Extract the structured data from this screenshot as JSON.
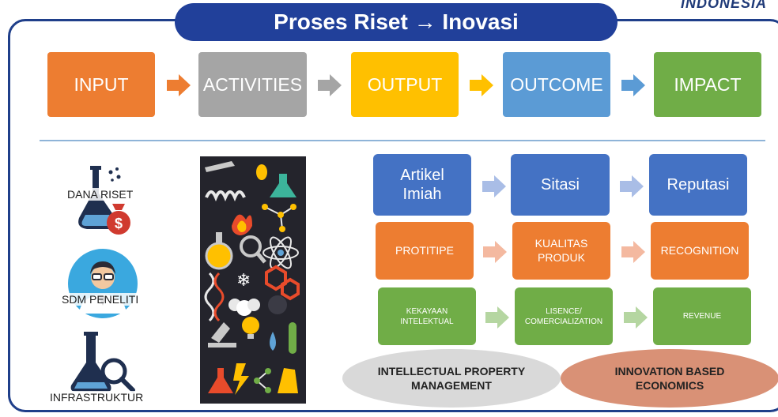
{
  "brand": {
    "right": "INDONESIA",
    "left": ""
  },
  "title": "Proses Riset → Inovasi",
  "flow": [
    {
      "label": "INPUT",
      "color": "#ed7d31"
    },
    {
      "label": "ACTIVITIES",
      "color": "#a5a5a5"
    },
    {
      "label": "OUTPUT",
      "color": "#ffc000"
    },
    {
      "label": "OUTCOME",
      "color": "#5b9bd5"
    },
    {
      "label": "IMPACT",
      "color": "#70ad47"
    }
  ],
  "resources": [
    "DANA RISET",
    "SDM PENELITI",
    "INFRASTRUKTUR"
  ],
  "rows": {
    "blue": [
      "Artikel\nImiah",
      "Sitasi",
      "Reputasi"
    ],
    "orange": [
      "PROTITIPE",
      "KUALITAS\nPRODUK",
      "RECOGNITION"
    ],
    "green": [
      "KEKAYAAN\nINTELEKTUAL",
      "LISENCE/\nCOMERCIALIZATION",
      "REVENUE"
    ]
  },
  "ellipses": {
    "left": "INTELLECTUAL PROPERTY\nMANAGEMENT",
    "right": "INNOVATION BASED\nECONOMICS"
  },
  "colors": {
    "frame": "#1f3f8a",
    "title_bg": "#21409a",
    "blue_arrow": "#a9bde6",
    "orange_arrow": "#f4b9a0",
    "green_arrow": "#b5d6a1",
    "ellipse_left": "#d9d9d9",
    "ellipse_right": "#d99176"
  },
  "icons": [
    "flask-icon",
    "money-bag-icon",
    "scientist-icon",
    "microscope-icon",
    "science-collage-icon"
  ]
}
